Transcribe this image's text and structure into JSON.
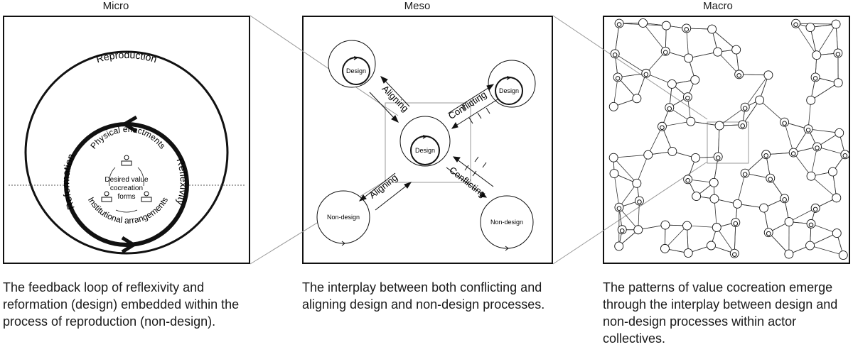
{
  "panels": {
    "micro": {
      "title": "Micro",
      "caption": "The feedback loop of reflexivity and reformation (design) embedded within the process of reproduction (non-design).",
      "labels": {
        "reproduction": "Reproduction",
        "reformation": "Reformation",
        "reflexivity": "Reflexivity",
        "physical": "Physical enactments",
        "institutional": "Institutional arrangements",
        "center_1": "Desired value",
        "center_2": "cocreation",
        "center_3": "forms"
      }
    },
    "meso": {
      "title": "Meso",
      "caption": "The interplay between both conflicting and aligning design and non-design processes.",
      "labels": {
        "design": "Design",
        "non_design": "Non-design",
        "aligning": "Aligning",
        "conflicting": "Conflicting"
      }
    },
    "macro": {
      "title": "Macro",
      "caption": "The patterns of value cocreation emerge through the interplay between design and non-design processes within actor collectives."
    }
  }
}
